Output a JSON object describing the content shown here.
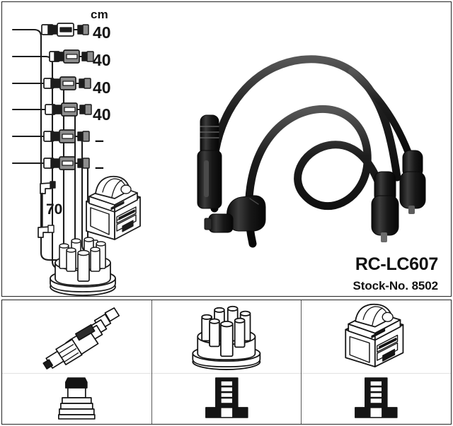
{
  "sheet": {
    "brand_style": "ngk-ignition-cable-datasheet",
    "background_color": "#ffffff",
    "line_color": "#1c1c1c"
  },
  "main_panel": {
    "unit_header": "cm",
    "cable_rows": [
      {
        "index": 1,
        "length": "40"
      },
      {
        "index": 2,
        "length": "40"
      },
      {
        "index": 3,
        "length": "40"
      },
      {
        "index": 4,
        "length": "40"
      },
      {
        "index": 5,
        "length": "–"
      },
      {
        "index": 6,
        "length": "–"
      }
    ],
    "short_lead": {
      "length": "70"
    },
    "component_labels": {
      "coil": "ignition-coil",
      "distributor_cap": "distributor-cap"
    },
    "photo_label": "ignition-cable-set-photo"
  },
  "product": {
    "code": "RC-LC607",
    "stock_no": "Stock-No. 8502"
  },
  "bottom_panels": [
    {
      "id": "panel-spark-plug",
      "top_item": "spark-plug",
      "bottom_item": "spark-plug-boot-connector"
    },
    {
      "id": "panel-distributor-cap",
      "top_item": "distributor-cap",
      "bottom_item": "distributor-terminal"
    },
    {
      "id": "panel-ignition-coil",
      "top_item": "ignition-coil",
      "bottom_item": "coil-terminal"
    }
  ]
}
